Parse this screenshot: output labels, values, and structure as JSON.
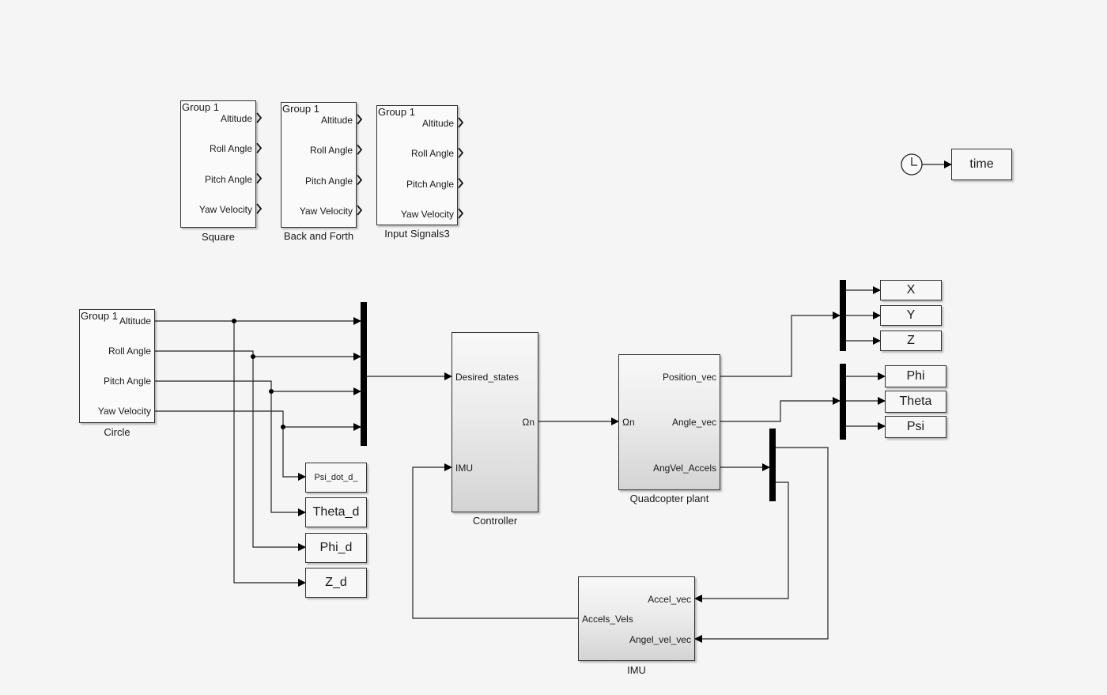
{
  "signal_builders": [
    {
      "name": "Square",
      "group": "Group 1",
      "ports": [
        "Altitude",
        "Roll Angle",
        "Pitch Angle",
        "Yaw Velocity"
      ]
    },
    {
      "name": "Back and Forth",
      "group": "Group 1",
      "ports": [
        "Altitude",
        "Roll Angle",
        "Pitch Angle",
        "Yaw Velocity"
      ]
    },
    {
      "name": "Input Signals3",
      "group": "Group 1",
      "ports": [
        "Altitude",
        "Roll Angle",
        "Pitch Angle",
        "Yaw Velocity"
      ]
    },
    {
      "name": "Circle",
      "group": "Group 1",
      "ports": [
        "Altitude",
        "Roll Angle",
        "Pitch Angle",
        "Yaw Velocity"
      ]
    }
  ],
  "clock": {
    "goto_label": "time"
  },
  "controller": {
    "name": "Controller",
    "inputs": [
      "Desired_states",
      "IMU"
    ],
    "outputs": [
      "Ωn"
    ]
  },
  "plant": {
    "name": "Quadcopter plant",
    "inputs": [
      "Ωn"
    ],
    "outputs": [
      "Position_vec",
      "Angle_vec",
      "AngVel_Accels"
    ]
  },
  "imu": {
    "name": "IMU",
    "inputs": [
      "Accel_vec",
      "Angel_vel_vec"
    ],
    "outputs": [
      "Accels_Vels"
    ]
  },
  "desired_gotos": [
    "Psi_dot_d_",
    "Theta_d",
    "Phi_d",
    "Z_d"
  ],
  "position_gotos": [
    "X",
    "Y",
    "Z"
  ],
  "angle_gotos": [
    "Phi",
    "Theta",
    "Psi"
  ]
}
